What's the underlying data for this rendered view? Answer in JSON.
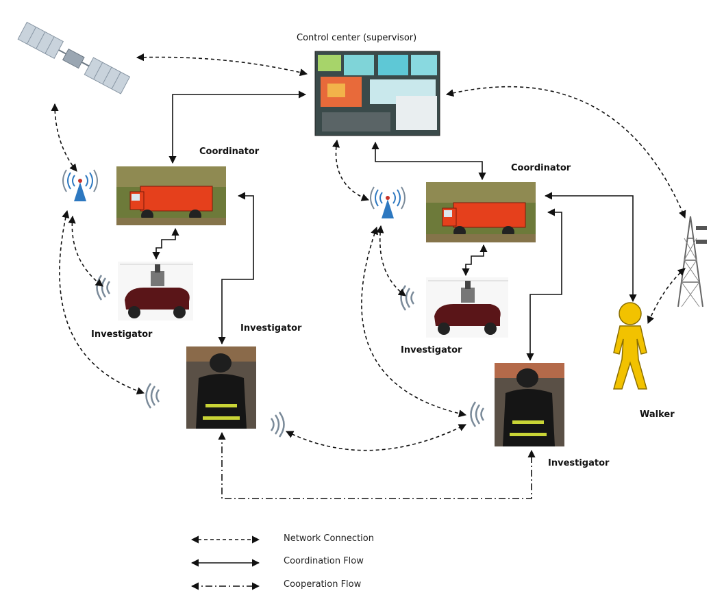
{
  "labels": {
    "control_center": "Control center (supervisor)",
    "coordinator_left": "Coordinator",
    "coordinator_right": "Coordinator",
    "investigator_robot_left": "Investigator",
    "investigator_fireman_left": "Investigator",
    "investigator_robot_right": "Investigator",
    "investigator_fireman_right": "Investigator",
    "walker": "Walker"
  },
  "legend": {
    "network": "Network Connection",
    "coordination": "Coordination Flow",
    "cooperation": "Cooperation Flow"
  },
  "colors": {
    "truck_body": "#e5401c",
    "foliage": "#6d7a3a",
    "robot_body": "#5a1518",
    "walker_fill": "#f2c200",
    "antenna_blue": "#2d78c0",
    "wifi_gray": "#7a8a99"
  }
}
